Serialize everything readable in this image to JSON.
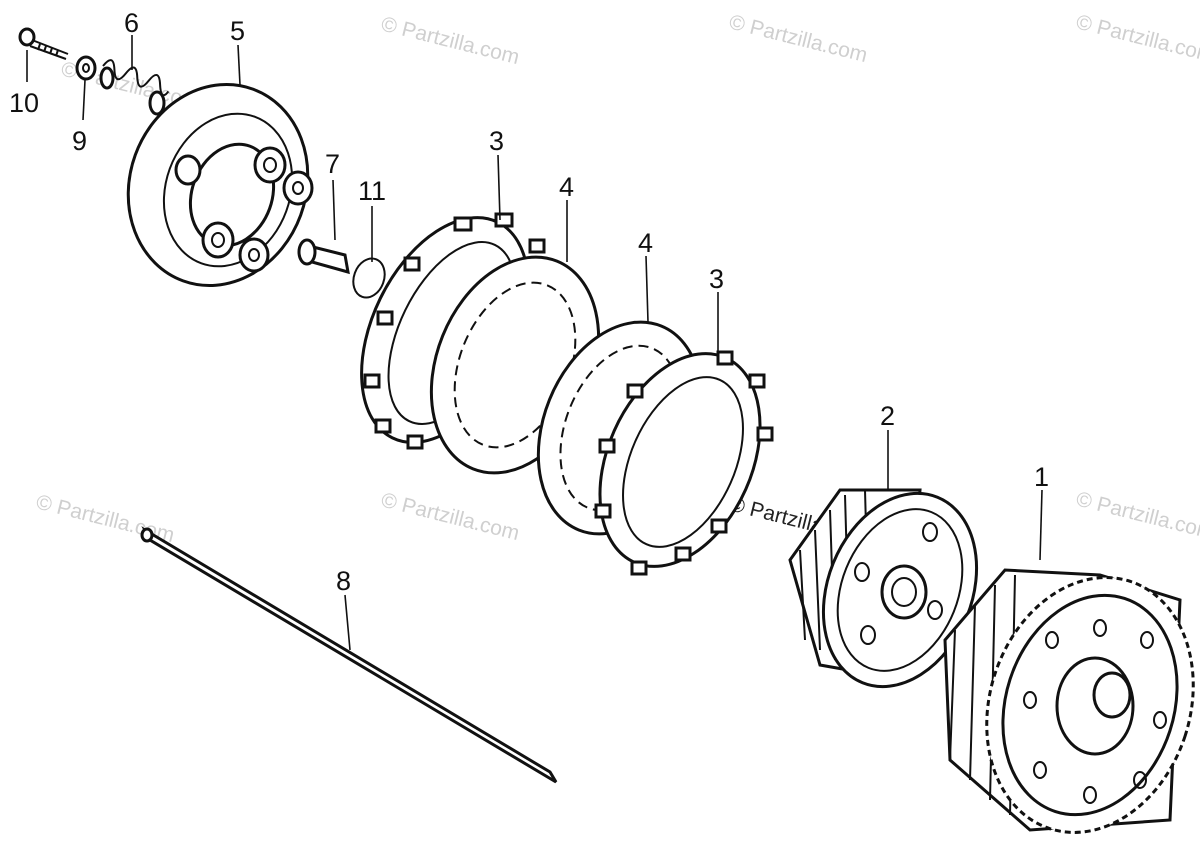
{
  "watermark_text": "© Partzilla.com",
  "callouts": [
    "1",
    "2",
    "3",
    "4",
    "5",
    "6",
    "7",
    "8",
    "9",
    "10",
    "11"
  ],
  "colors": {
    "ink": "#111111",
    "watermark": "#cfcfcf",
    "background": "#ffffff"
  }
}
